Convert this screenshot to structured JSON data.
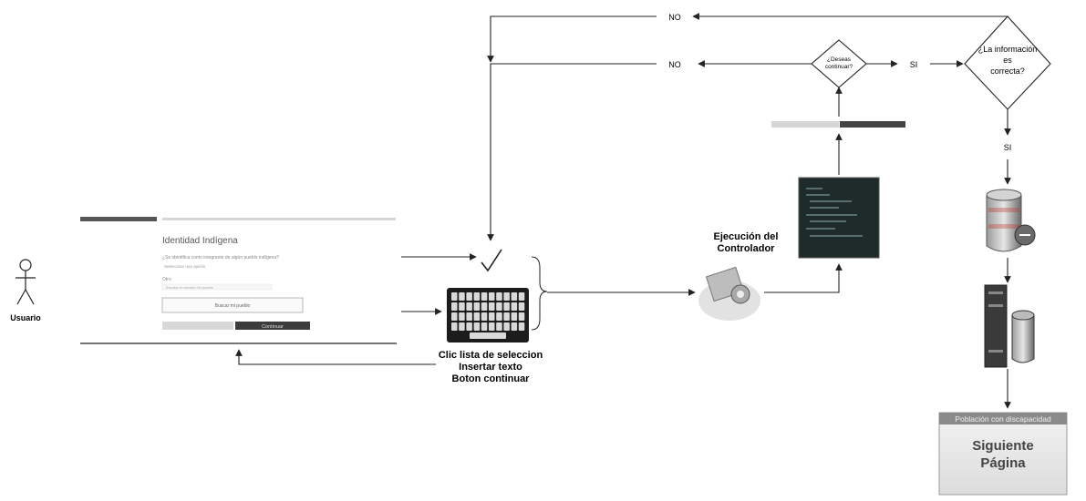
{
  "actor": {
    "label": "Usuario"
  },
  "form": {
    "title": "Identidad Indígena",
    "question": "¿Se identifica como integrante de algún pueblo indígena?",
    "select_value": "Seleccione una opción",
    "note_label": "Otro",
    "input_placeholder": "Escriba el nombre del pueblo",
    "inner_button": "Buscar mi pueblo",
    "continue_button": "Continuar"
  },
  "keyboard_caption": [
    "Clic lista de seleccion",
    "Insertar texto",
    "Boton continuar"
  ],
  "controller_label": [
    "Ejecución del",
    "Controlador"
  ],
  "decisions": {
    "continue_q": [
      "¿Deseas",
      "continuar?"
    ],
    "info_q": [
      "¿La información",
      "es",
      "correcta?"
    ]
  },
  "flow_labels": {
    "no_top": "NO",
    "no_mid": "NO",
    "si_right": "SI",
    "si_down": "SI"
  },
  "result_page": {
    "header": "Población con discapacidad",
    "line1": "Siguiente",
    "line2": "Página"
  },
  "colors": {
    "line": "#222222",
    "dark_screen": "#1f2a2a",
    "header_bar": "#8a8a8a",
    "accent_bar": "#444444"
  }
}
